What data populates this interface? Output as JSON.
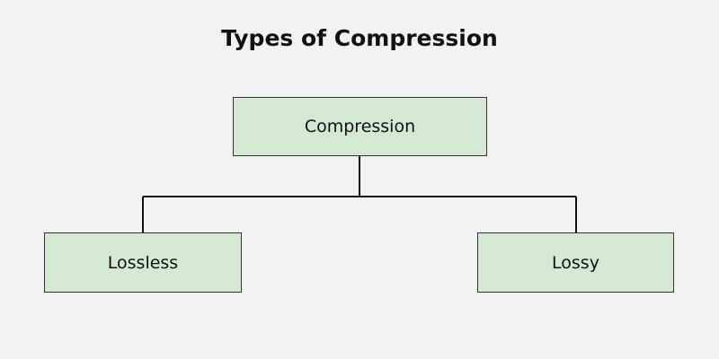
{
  "title": "Types of Compression",
  "nodes": {
    "root": "Compression",
    "left": "Lossless",
    "right": "Lossy"
  }
}
